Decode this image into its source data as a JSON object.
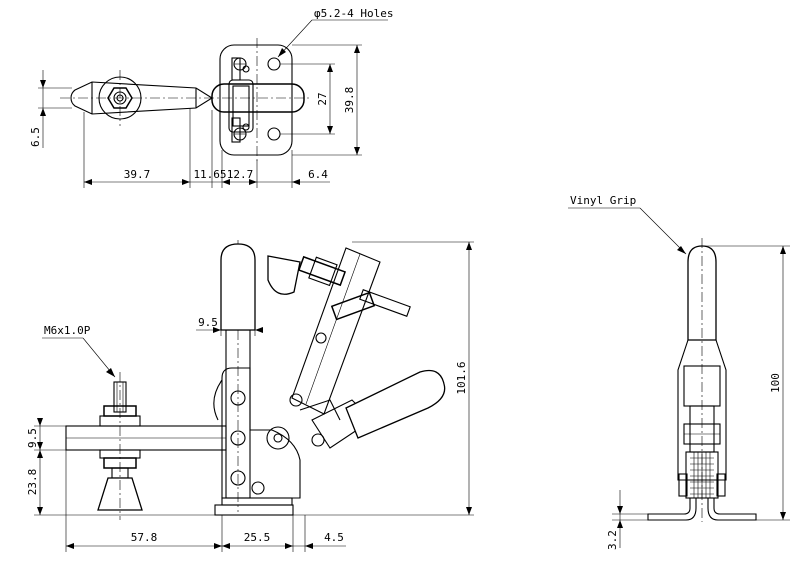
{
  "notes": {
    "holes": "φ5.2-4 Holes",
    "thread": "M6x1.0P",
    "grip": "Vinyl Grip"
  },
  "dims": {
    "top_39_7": "39.7",
    "top_11_65": "11.65",
    "top_12_7": "12.7",
    "top_6_4": "6.4",
    "top_6_5": "6.5",
    "top_27": "27",
    "top_39_8": "39.8",
    "front_9_5_handle": "9.5",
    "front_9_5_arm": "9.5",
    "front_23_8": "23.8",
    "front_101_6": "101.6",
    "front_57_8": "57.8",
    "front_25_5": "25.5",
    "front_4_5": "4.5",
    "side_100": "100",
    "side_3_2": "3.2"
  }
}
